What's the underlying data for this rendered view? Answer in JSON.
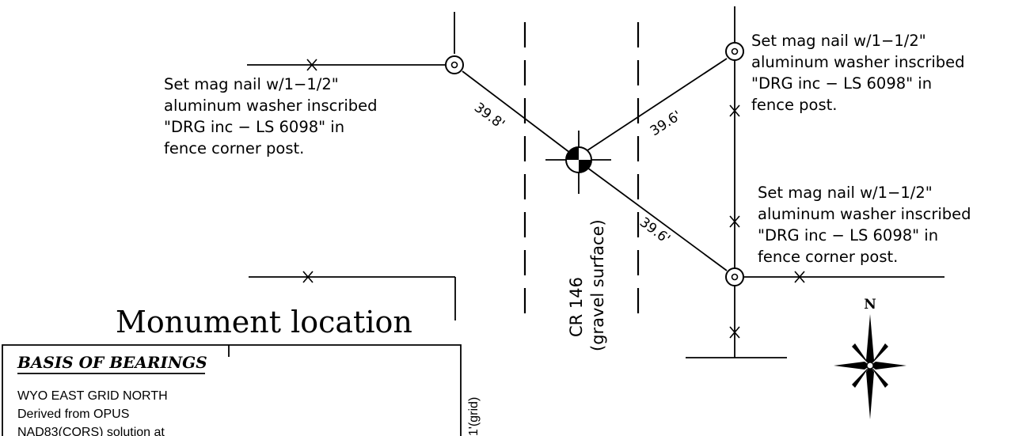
{
  "notes": {
    "left": [
      "Set mag nail w/1−1/2\"",
      "aluminum washer inscribed",
      "\"DRG inc − LS 6098\" in",
      "fence corner post."
    ],
    "top_right": [
      "Set mag nail w/1−1/2\"",
      "aluminum washer inscribed",
      "\"DRG inc − LS 6098\" in",
      "fence post."
    ],
    "bottom_right": [
      "Set mag nail w/1−1/2\"",
      "aluminum washer inscribed",
      "\"DRG inc − LS 6098\" in",
      "fence corner post."
    ]
  },
  "distances": {
    "left": "39.8'",
    "top_right": "39.6'",
    "bottom_right": "39.6'"
  },
  "road": {
    "name": "CR 146",
    "surface": "(gravel surface)"
  },
  "title": "Monument location",
  "north": "N",
  "grid_label": "1'(grid)",
  "basis": {
    "heading": "BASIS OF BEARINGS",
    "lines": [
      "WYO  EAST GRID NORTH",
      "Derived from OPUS",
      "NAD83(CORS) solution at"
    ]
  }
}
